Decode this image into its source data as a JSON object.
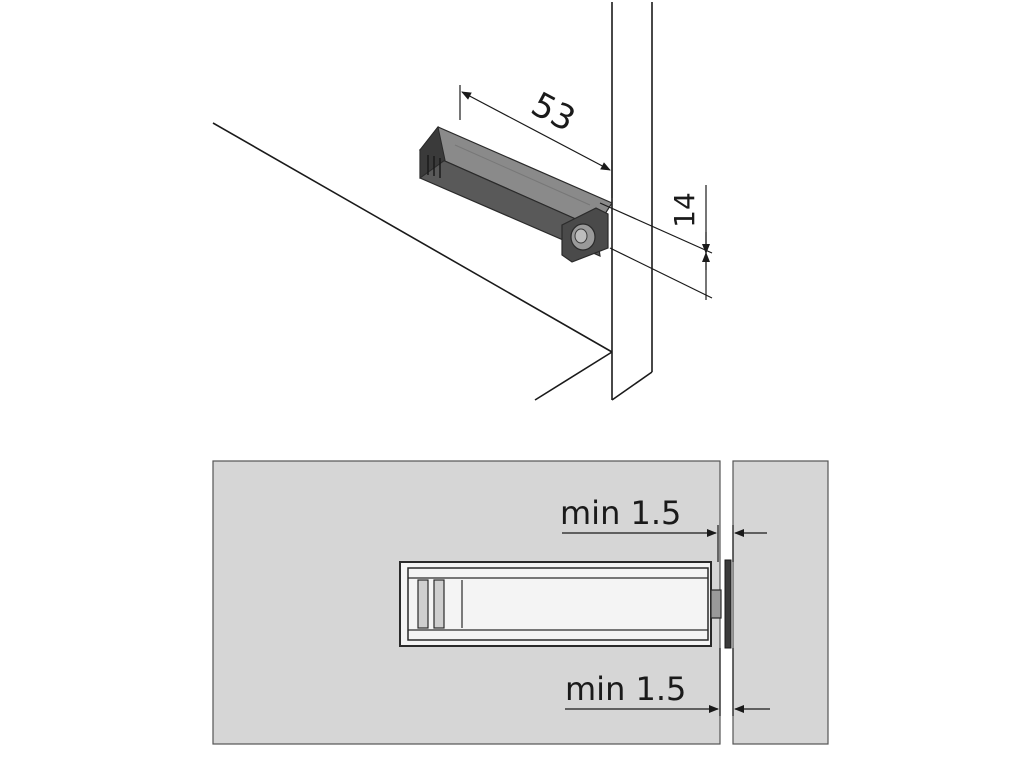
{
  "top_view": {
    "length_label": "53",
    "height_label": "14"
  },
  "bottom_view": {
    "gap_top_label": "min 1.5",
    "gap_bottom_label": "min 1.5"
  },
  "colors": {
    "line": "#1a1a1a",
    "panel_fill": "#d6d6d6",
    "panel_stroke": "#555555",
    "device_dark": "#3a3a3a",
    "device_mid": "#595959",
    "device_light": "#8a8a8a",
    "device_body_fill": "#f4f4f4"
  }
}
